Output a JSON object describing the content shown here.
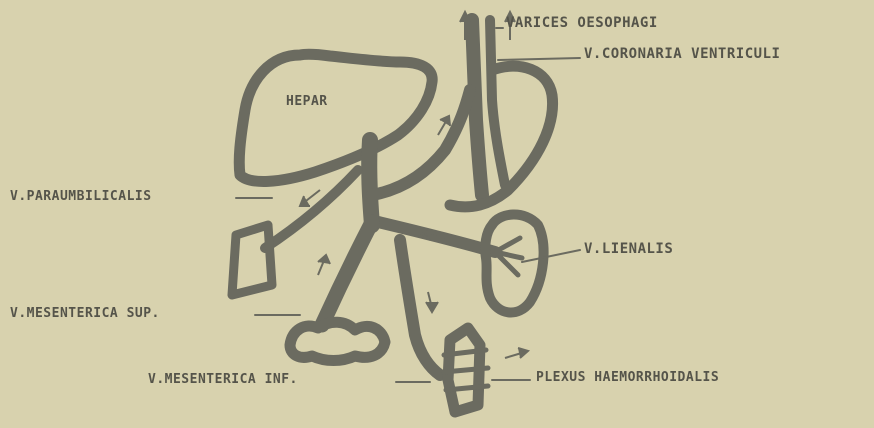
{
  "diagram": {
    "colors": {
      "background": "#d8d2ae",
      "ink": "#6b6b60",
      "text": "#55544a"
    },
    "labels": {
      "hepar": "HEPAR",
      "varices": "VARICES OESOPHAGI",
      "coronaria": "V.CORONARIA VENTRICULI",
      "paraumbilicalis": "V.PARAUMBILICALIS",
      "lienalis": "V.LIENALIS",
      "mesenterica_sup": "V.MESENTERICA SUP.",
      "mesenterica_inf": "V.MESENTERICA INF.",
      "plexus": "PLEXUS HAEMORRHOIDALIS"
    }
  }
}
